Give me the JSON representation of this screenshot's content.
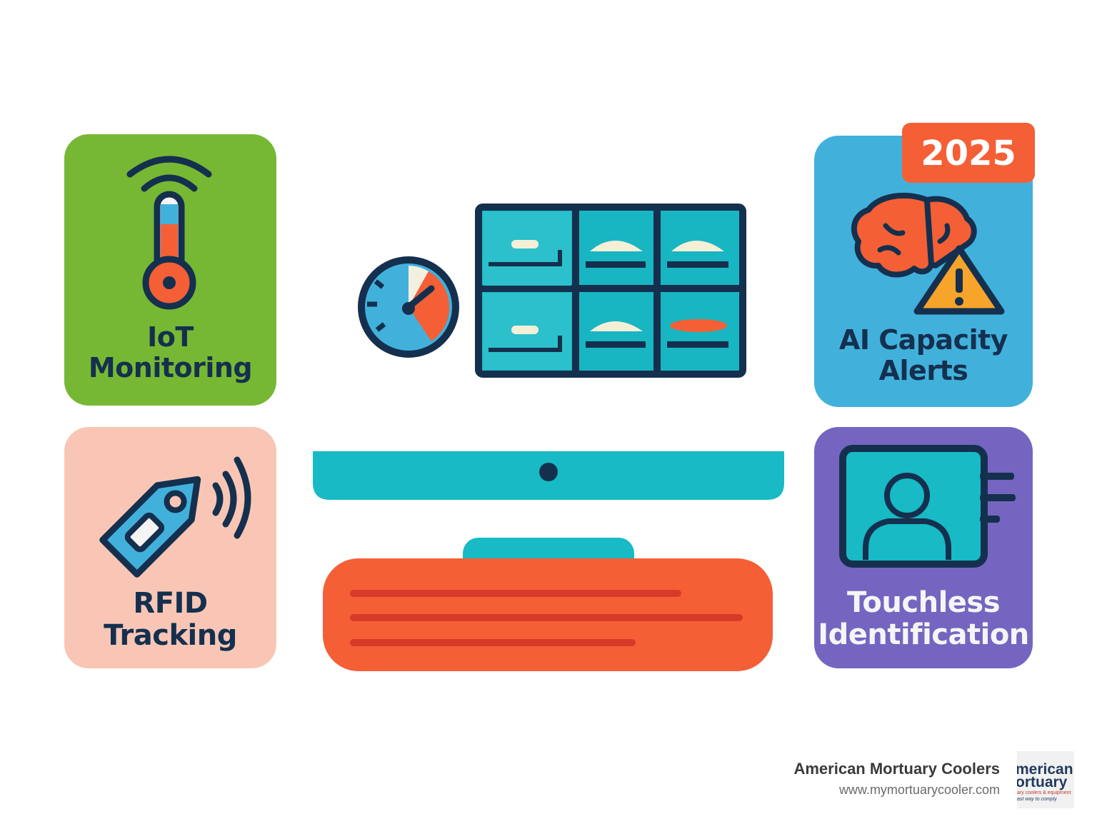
{
  "cards": {
    "iot": {
      "line1": "IoT",
      "line2": "Monitoring"
    },
    "ai": {
      "line1": "AI Capacity",
      "line2": "Alerts",
      "badge": "2025"
    },
    "rfid": {
      "line1": "RFID",
      "line2": "Tracking"
    },
    "touchless": {
      "line1": "Touchless",
      "line2": "Identification"
    }
  },
  "icons": {
    "iot": "thermometer-wifi-icon",
    "gauge": "gauge-icon",
    "cooler": "cooler-grid-icon",
    "ai": "brain-warning-icon",
    "rfid": "rfid-tag-icon",
    "touchless": "id-card-icon"
  },
  "brand": {
    "name": "American Mortuary Coolers",
    "url": "www.mymortuarycooler.com",
    "logo_lines": [
      "merican",
      "ortuary",
      "ary coolers & equipment",
      "ast way to comply"
    ]
  },
  "colors": {
    "green": "#76b833",
    "blue": "#41b1dc",
    "peach": "#f9c6b5",
    "purple": "#7565c1",
    "orange": "#f55f36",
    "teal": "#17bac5",
    "navy": "#14304e"
  }
}
